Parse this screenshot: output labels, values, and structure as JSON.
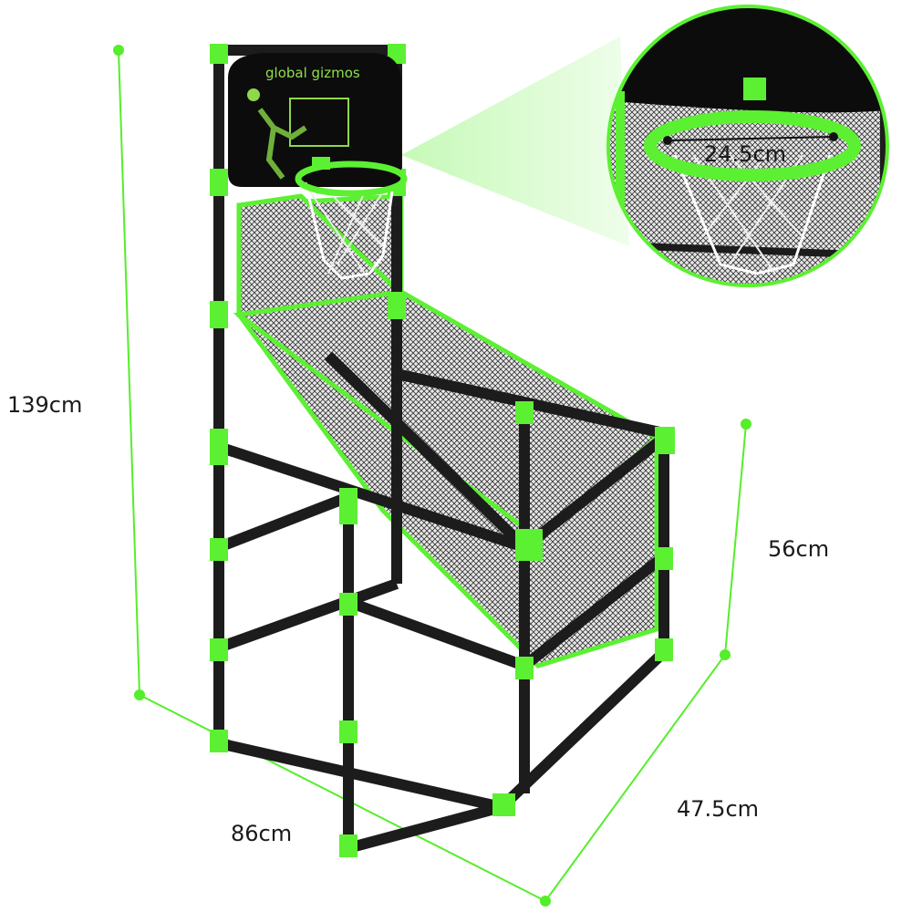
{
  "brand": {
    "logo_text": "global gizmos"
  },
  "dimensions": {
    "height": "139cm",
    "width": "86cm",
    "depth": "47.5cm",
    "front_height": "56cm",
    "hoop_diameter": "24.5cm"
  },
  "colors": {
    "accent": "#5cf032",
    "frame": "#1c1c1c",
    "board": "#0c0c0c"
  }
}
